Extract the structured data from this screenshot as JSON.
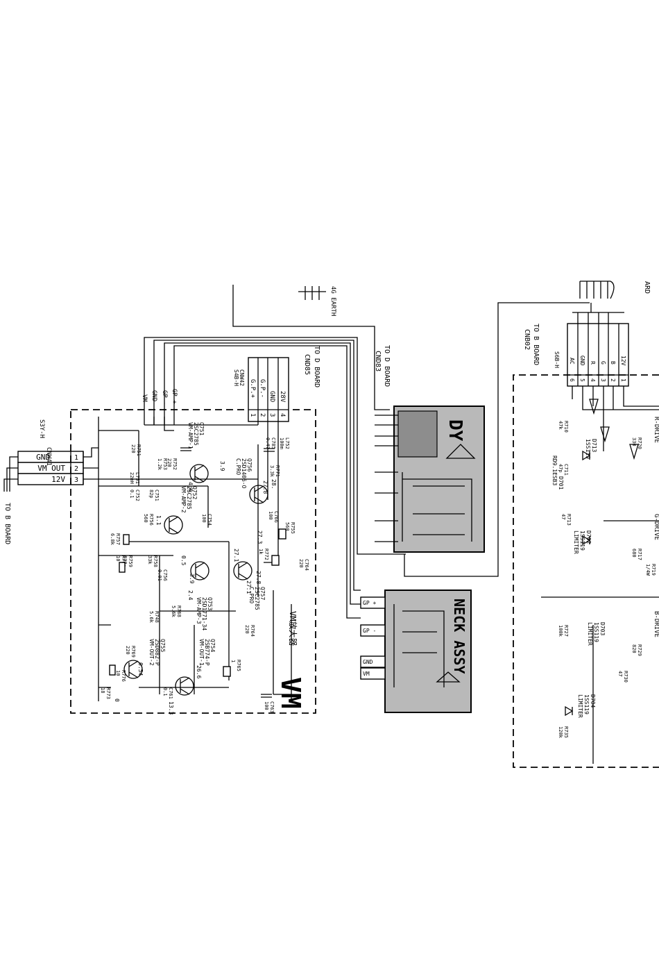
{
  "connector_left": {
    "id": "CNW41",
    "type": "S3Y-H",
    "pins": [
      {
        "num": "1",
        "label": "GND"
      },
      {
        "num": "2",
        "label": "VM OUT"
      },
      {
        "num": "3",
        "label": "12V"
      }
    ],
    "to": "TO B BOARD"
  },
  "vm_block": {
    "title": "VM",
    "subtitle": "VM放大器",
    "signals": [
      "VM",
      "GND",
      "GP -",
      "GP +"
    ]
  },
  "connector_d85": {
    "to": "TO D BOARD",
    "id": "CND85",
    "left_id": "CNW42",
    "left_type": "S4B-H",
    "pins": [
      {
        "num": "4",
        "label": "28V"
      },
      {
        "num": "3",
        "label": "GND"
      },
      {
        "num": "2",
        "label": "G.P.-"
      },
      {
        "num": "1",
        "label": "G.P.+"
      }
    ]
  },
  "earth": {
    "label": "4G EARTH"
  },
  "connector_d83": {
    "to": "TO D BOARD",
    "id": "CND83"
  },
  "dy_assy": {
    "label": "DY"
  },
  "neck_assy": {
    "label": "NECK ASSY",
    "pins": [
      "GP +",
      "GP -",
      "GND",
      "VM"
    ]
  },
  "transistors": [
    {
      "ref": "Q751",
      "part": "2SC2785",
      "note": "VM-AMP-1"
    },
    {
      "ref": "Q752",
      "part": "2SC2785",
      "note": "VM-AMP-2"
    },
    {
      "ref": "Q753",
      "part": "2SD1771-34",
      "note": "VM-AMP-3"
    },
    {
      "ref": "Q754",
      "part": "2SB774-P",
      "note": "VM-OUT-1"
    },
    {
      "ref": "Q755",
      "part": "2SD882-P",
      "note": "VM-OUT-2"
    },
    {
      "ref": "Q756",
      "part": "2SD1406-O",
      "note": "C.PRO"
    },
    {
      "ref": "Q757",
      "part": "2SC2785",
      "note": "C.PRO"
    }
  ],
  "components": [
    {
      "ref": "R751",
      "value": "220"
    },
    {
      "ref": "C785",
      "value": "0.47"
    },
    {
      "ref": "L752",
      "value": "100m"
    },
    {
      "ref": "R752",
      "value": "220"
    },
    {
      "ref": "R753",
      "value": "1.2k"
    },
    {
      "ref": "L751",
      "value": "22mH"
    },
    {
      "ref": "C752",
      "value": "0.1"
    },
    {
      "ref": "C751",
      "value": "82p"
    },
    {
      "ref": "C754",
      "value": "100"
    },
    {
      "ref": "R756",
      "value": "560"
    },
    {
      "ref": "R758",
      "value": "33k"
    },
    {
      "ref": "R757",
      "value": "6.8k"
    },
    {
      "ref": "C756",
      "value": "0.01"
    },
    {
      "ref": "R759",
      "value": "820"
    },
    {
      "ref": "R760",
      "value": "10"
    },
    {
      "ref": "R748",
      "value": "5.6k"
    },
    {
      "ref": "R771",
      "value": "3.3k"
    },
    {
      "ref": "C766",
      "value": "100"
    },
    {
      "ref": "R772",
      "value": "1k"
    },
    {
      "ref": "R755",
      "value": "560"
    },
    {
      "ref": "C764",
      "value": "220"
    },
    {
      "ref": "R769",
      "value": "220"
    },
    {
      "ref": "R768",
      "value": "5.6k"
    },
    {
      "ref": "R776",
      "value": "10"
    },
    {
      "ref": "R773",
      "value": "18"
    },
    {
      "ref": "C761",
      "value": "0.1"
    },
    {
      "ref": "R765",
      "value": "1"
    },
    {
      "ref": "R764",
      "value": "220"
    },
    {
      "ref": "C763",
      "value": "100"
    }
  ],
  "voltages": [
    "3.9",
    "4.6",
    "1.1",
    "0.5",
    "3.9",
    "2.4",
    "27.8",
    "28.",
    "27.3",
    "27.1",
    "27.8",
    "27.1",
    "26.6",
    "13.3",
    "0.54",
    "0"
  ],
  "right_board": {
    "to": "TO B BOARD",
    "id": "CNB02",
    "conn_type": "S6B-H",
    "header_clip": "ARD",
    "pins": [
      {
        "num": "1",
        "label": "12V"
      },
      {
        "num": "2",
        "label": "B"
      },
      {
        "num": "3",
        "label": "G"
      },
      {
        "num": "4",
        "label": "R"
      },
      {
        "num": "5",
        "label": "GND"
      },
      {
        "num": "6",
        "label": "AC"
      }
    ],
    "diodes": [
      {
        "ref": "D713",
        "part": "1SS119"
      },
      {
        "ref": "D701",
        "part": "RD9.1ESB3"
      },
      {
        "ref": "D702",
        "part": "1SS119",
        "note": "LIMITER"
      },
      {
        "ref": "D703",
        "part": "1SS119",
        "note": "LIMITER"
      },
      {
        "ref": "D704",
        "part": "1SS119",
        "note": "LIMITER"
      }
    ],
    "notes": [
      "R-DRIVE",
      "G-DRIVE",
      "B-DRIVE"
    ],
    "components": [
      {
        "ref": "R710",
        "value": "47k"
      },
      {
        "ref": "R720",
        "value": "330"
      },
      {
        "ref": "C711",
        "value": "47p"
      },
      {
        "ref": "R713",
        "value": "47"
      },
      {
        "ref": "R717",
        "value": "680"
      },
      {
        "ref": "R719",
        "value": "1/4W"
      },
      {
        "ref": "R727",
        "value": "100k"
      },
      {
        "ref": "R729",
        "value": "820"
      },
      {
        "ref": "R730",
        "value": "47"
      },
      {
        "ref": "R735",
        "value": "120k"
      }
    ]
  }
}
